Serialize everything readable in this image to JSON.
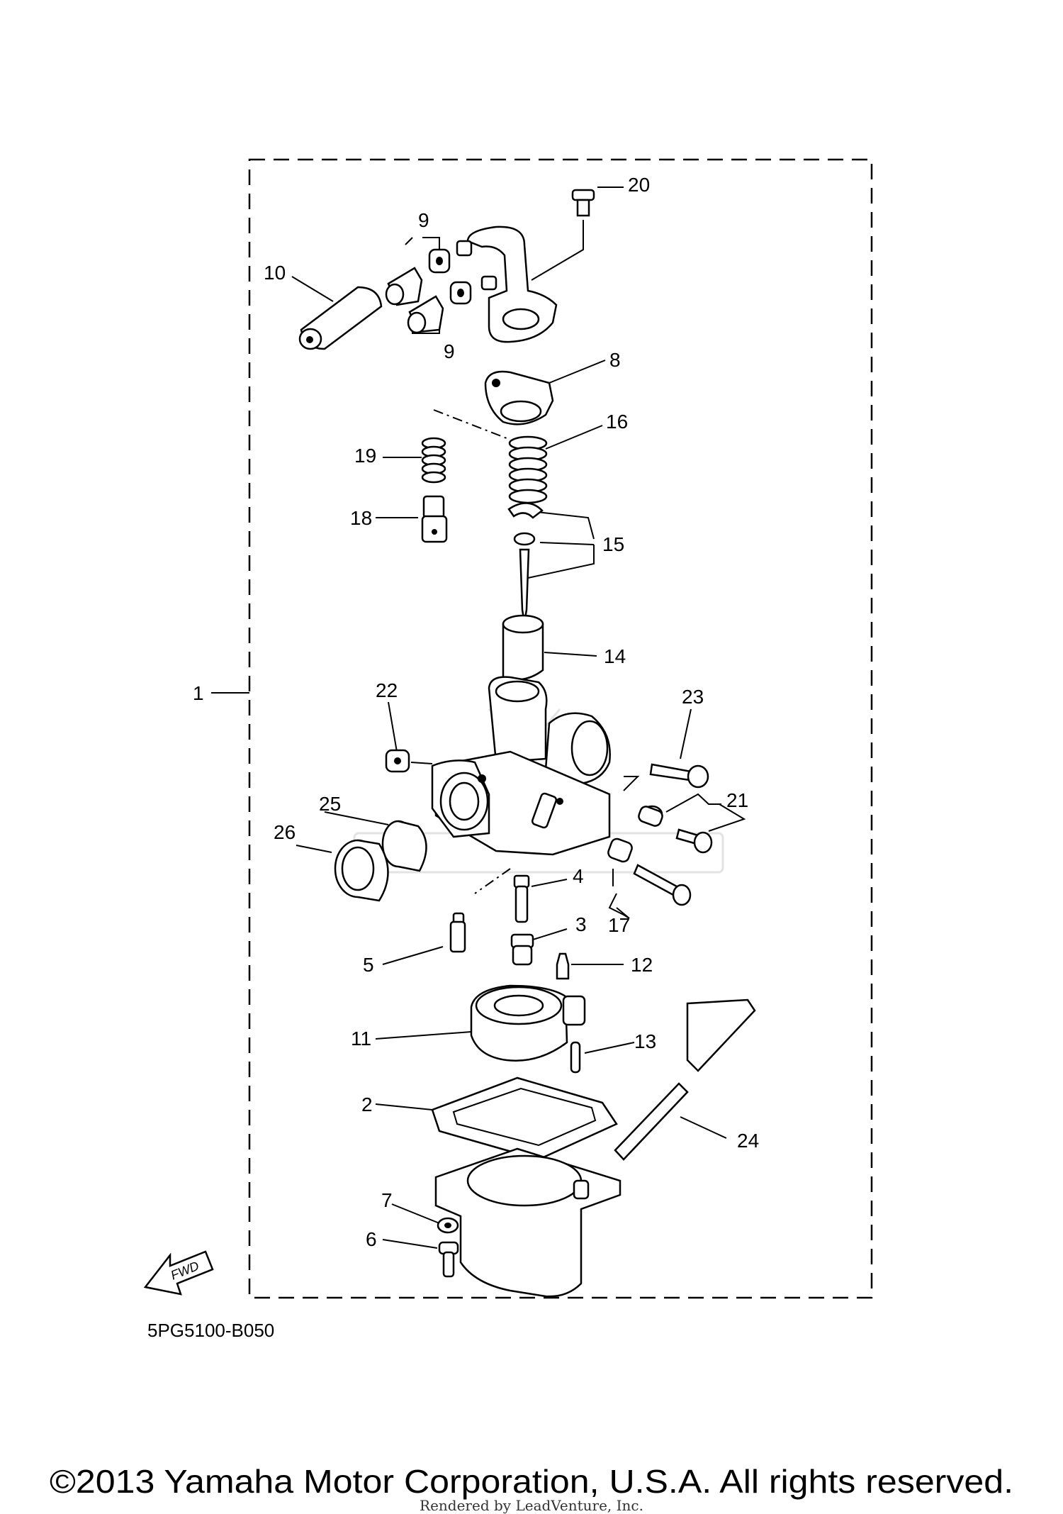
{
  "diagram": {
    "drawing_code": "5PG5100-B050",
    "fwd_label": "FWD",
    "copyright": "©2013 Yamaha Motor Corporation, U.S.A. All rights reserved.",
    "rendered_by": "Rendered by LeadVenture, Inc.",
    "callouts": {
      "c1": "1",
      "c2": "2",
      "c3": "3",
      "c4": "4",
      "c5": "5",
      "c6": "6",
      "c7": "7",
      "c8": "8",
      "c9a": "9",
      "c9b": "9",
      "c10": "10",
      "c11": "11",
      "c12": "12",
      "c13": "13",
      "c14": "14",
      "c15": "15",
      "c16": "16",
      "c17": "17",
      "c18": "18",
      "c19": "19",
      "c20": "20",
      "c21": "21",
      "c22": "22",
      "c23": "23",
      "c24": "24",
      "c25": "25",
      "c26": "26"
    }
  }
}
